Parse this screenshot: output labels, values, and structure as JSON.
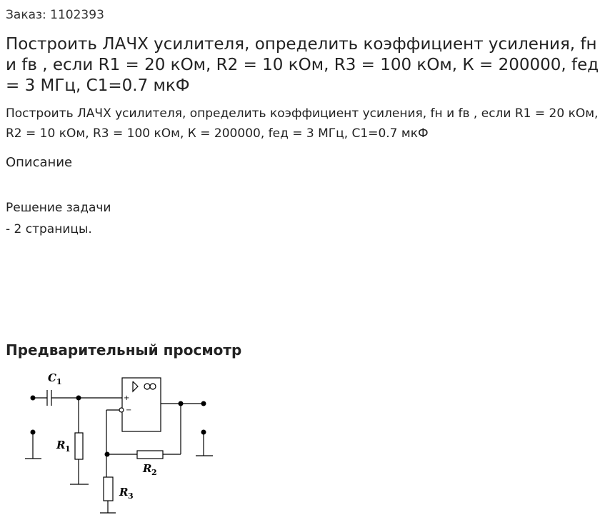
{
  "order": {
    "label": "Заказ: 1102393"
  },
  "title": "Построить ЛАЧХ усилителя, определить коэффициент усиления, fн и fв , если R1 = 20 кОм, R2 = 10 кОм, R3 = 100 кОм, К = 200000, fед = 3 МГц, С1=0.7 мкФ",
  "subtitle": "Построить ЛАЧХ усилителя, определить коэффициент усиления, fн и fв , если R1 = 20 кОм, R2 = 10 кОм, R3 = 100 кОм, К = 200000, fед = 3 МГц, С1=0.7 мкФ",
  "description": {
    "heading": "Описание",
    "lines": [
      "Решение задачи",
      "- 2 страницы."
    ]
  },
  "preview": {
    "heading": "Предварительный просмотр",
    "labels": {
      "c1": "C",
      "c1_sub": "1",
      "r1": "R",
      "r1_sub": "1",
      "r2": "R",
      "r2_sub": "2",
      "r3": "R",
      "r3_sub": "3",
      "opamp_plus": "+",
      "opamp_minus": "−",
      "opamp_gain": "∞"
    }
  }
}
